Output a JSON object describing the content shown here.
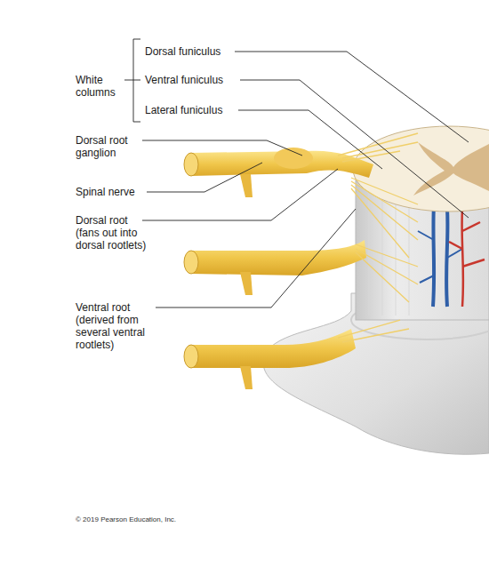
{
  "diagram": {
    "labels": [
      "White columns",
      "Dorsal funiculus",
      "Ventral funiculus",
      "Lateral funiculus",
      "Dorsal root ganglion",
      "Spinal nerve",
      "Dorsal root (fans out into dorsal rootlets)",
      "Ventral root (derived from several ventral rootlets)",
      "© 2019 Pearson Education, Inc."
    ]
  }
}
